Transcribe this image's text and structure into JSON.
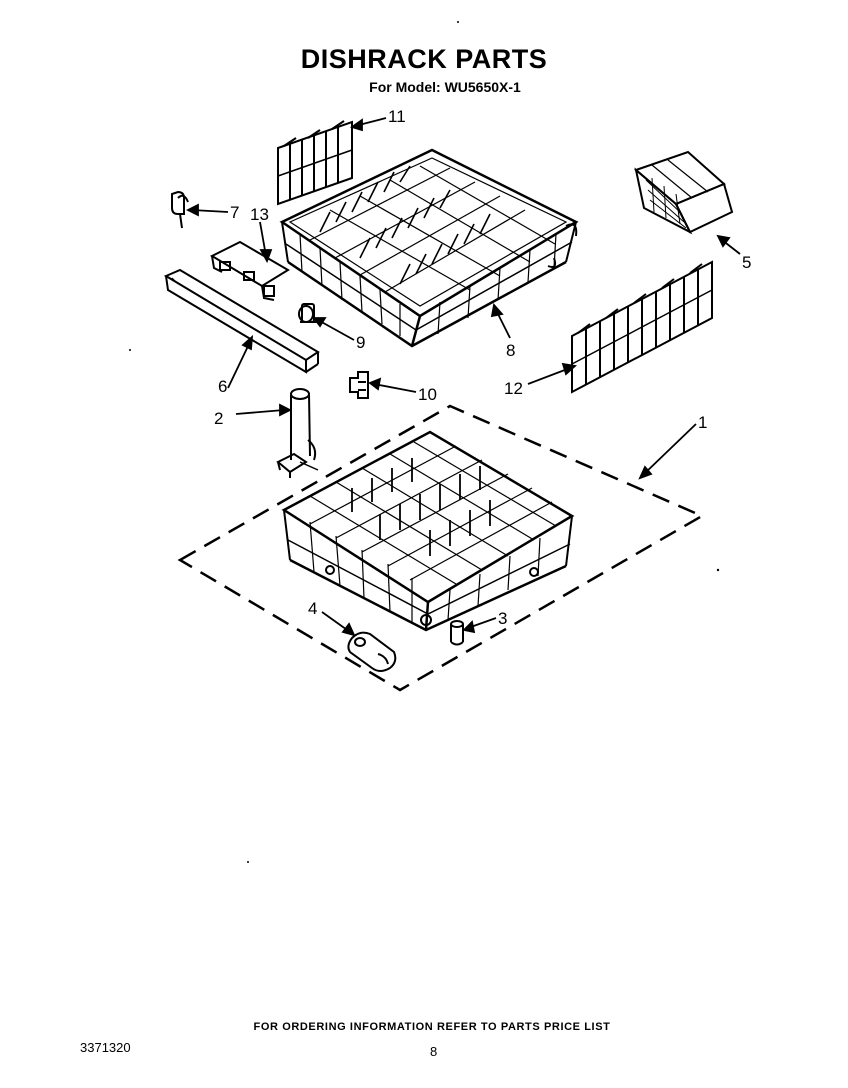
{
  "header": {
    "title": "DISHRACK PARTS",
    "model_line": "For Model: WU5650X-1"
  },
  "callouts": {
    "c1": "1",
    "c2": "2",
    "c3": "3",
    "c4": "4",
    "c5": "5",
    "c6": "6",
    "c7": "7",
    "c8": "8",
    "c9": "9",
    "c10": "10",
    "c11": "11",
    "c12": "12",
    "c13": "13"
  },
  "footer": {
    "ordering_note": "FOR ORDERING INFORMATION REFER TO PARTS PRICE LIST",
    "doc_number": "3371320",
    "page_number": "8"
  }
}
